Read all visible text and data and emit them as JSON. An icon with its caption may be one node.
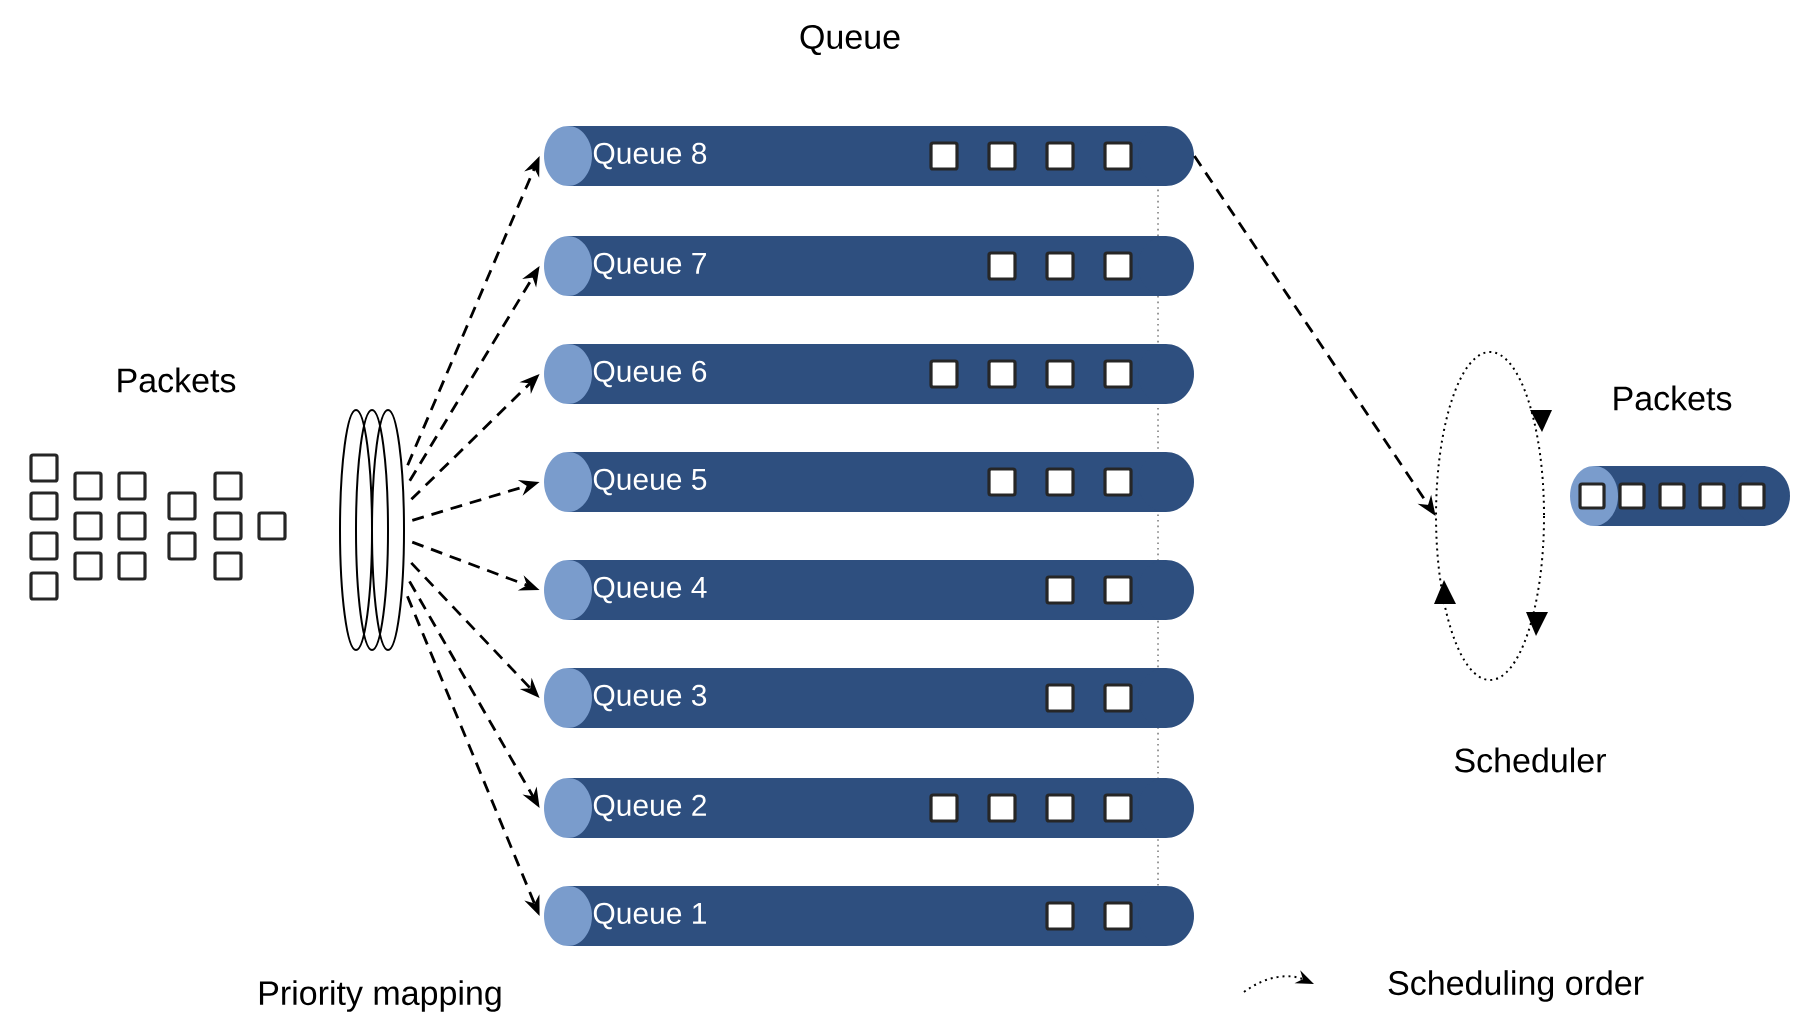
{
  "diagram": {
    "title": "Queue",
    "nodes": [
      {
        "text": [],
        "shape": "ellipse"
      },
      {
        "text": [
          "Queue 8"
        ]
      },
      {
        "text": [
          "Queue 7"
        ]
      },
      {
        "text": [
          "Queue 6"
        ]
      },
      {
        "text": [
          "Queue 5"
        ]
      },
      {
        "text": [
          "Queue 4"
        ]
      },
      {
        "text": [
          "Queue 3"
        ]
      },
      {
        "text": [
          "Queue 2"
        ]
      },
      {
        "text": [
          "Queue 1"
        ]
      },
      {
        "text": [
          "Scheduler"
        ]
      },
      {
        "text": [
          "Packets"
        ]
      }
    ],
    "edges": [
      {
        "from": 0,
        "to": 1,
        "arrow": "to",
        "style": "dashed"
      },
      {
        "from": 0,
        "to": 2,
        "arrow": "to",
        "style": "dashed"
      },
      {
        "from": 0,
        "to": 3,
        "arrow": "to",
        "style": "dashed"
      },
      {
        "from": 0,
        "to": 4,
        "arrow": "to",
        "style": "dashed"
      },
      {
        "from": 0,
        "to": 5,
        "arrow": "to",
        "style": "dashed"
      },
      {
        "from": 0,
        "to": 6,
        "arrow": "to",
        "style": "dashed"
      },
      {
        "from": 0,
        "to": 7,
        "arrow": "to",
        "style": "dashed"
      },
      {
        "from": 0,
        "to": 8,
        "arrow": "to",
        "style": "dashed"
      },
      {
        "from": 1,
        "to": 9,
        "arrow": "to",
        "style": "dashed"
      }
    ],
    "labels": [
      "Packets",
      "Priority mapping"
    ],
    "legend": [
      {
        "text": "Scheduling order"
      }
    ]
  }
}
